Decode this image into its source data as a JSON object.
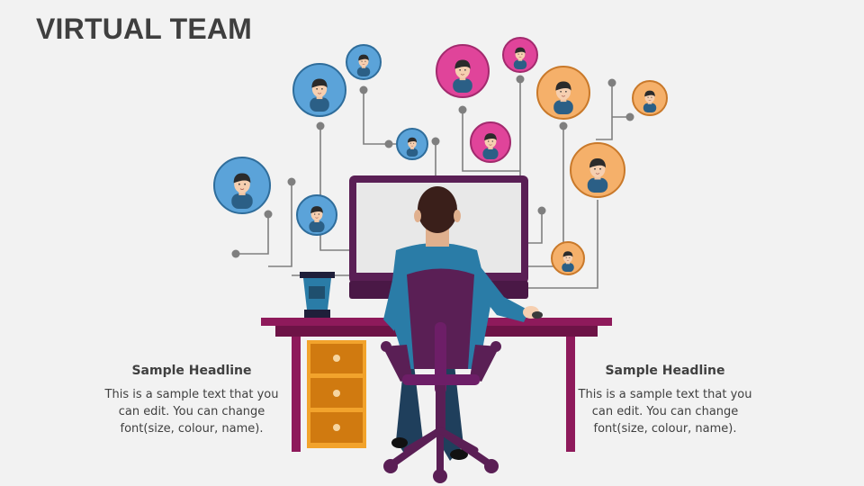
{
  "slide": {
    "title": "VIRTUAL TEAM",
    "left_block": {
      "headline": "Sample Headline",
      "body": "This is a sample text that you can edit. You can change font(size, colour, name)."
    },
    "right_block": {
      "headline": "Sample Headline",
      "body": "This is a sample text that you can edit. You can change font(size, colour, name)."
    }
  },
  "colors": {
    "background": "#f2f2f2",
    "title": "#3f3f3f",
    "text": "#404040",
    "connector": "#7f7f7f",
    "avatar_blue": "#5ba3d9",
    "avatar_pink": "#e0449a",
    "avatar_orange": "#f5b06a",
    "desk": "#8e1a5b",
    "monitor": "#5a1f55",
    "drawer": "#e5891c",
    "shirt": "#2a7ca7"
  },
  "icons": [
    "avatar-icon",
    "desktop-monitor-icon",
    "office-chair-icon",
    "coffee-cup-icon",
    "desk-drawer-icon"
  ]
}
